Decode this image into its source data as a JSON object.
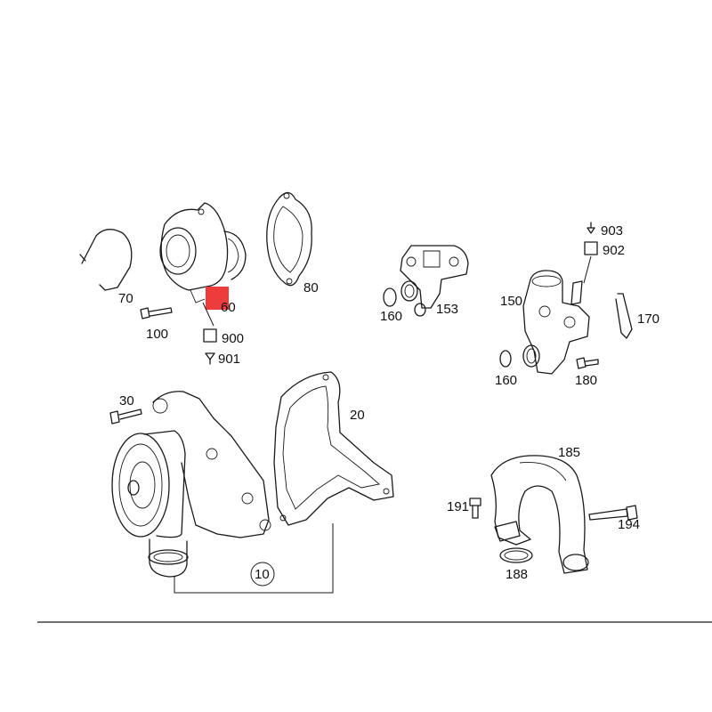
{
  "highlight_color": "#ee3b3b",
  "line_color": "#1a1a1a",
  "callouts": {
    "p70": "70",
    "p60": "60",
    "p80": "80",
    "p100": "100",
    "p900": "900",
    "p901": "901",
    "p160a": "160",
    "p153": "153",
    "p903": "903",
    "p902": "902",
    "p150": "150",
    "p170": "170",
    "p160b": "160",
    "p180": "180",
    "p30": "30",
    "p20": "20",
    "p10": "10",
    "p185": "185",
    "p191": "191",
    "p194": "194",
    "p188": "188"
  }
}
